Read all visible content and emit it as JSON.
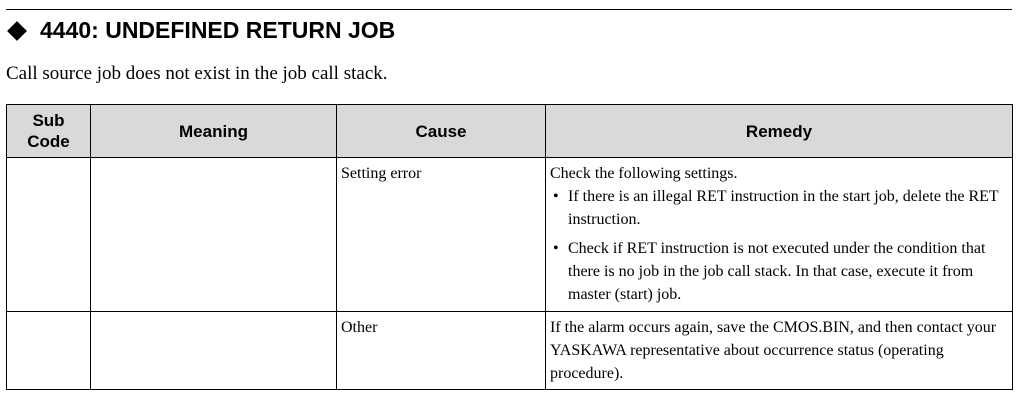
{
  "title": "4440: UNDEFINED RETURN JOB",
  "description": "Call source job does not exist in the job call stack.",
  "table": {
    "headers": {
      "sub_code_line1": "Sub",
      "sub_code_line2": "Code",
      "meaning": "Meaning",
      "cause": "Cause",
      "remedy": "Remedy"
    },
    "rows": [
      {
        "sub_code": "",
        "meaning": "",
        "cause": "Setting error",
        "remedy_intro": "Check the following settings.",
        "remedy_bullets": [
          "If there is an illegal RET instruction in the start job, delete the RET instruction.",
          "Check if RET instruction is not executed under the condition that there is no job in the job call stack. In that case, execute it from master (start) job."
        ]
      },
      {
        "sub_code": "",
        "meaning": "",
        "cause": "Other",
        "remedy": "If the alarm occurs again, save the CMOS.BIN, and then contact your YASKAWA representative about occurrence status (operating procedure)."
      }
    ]
  }
}
